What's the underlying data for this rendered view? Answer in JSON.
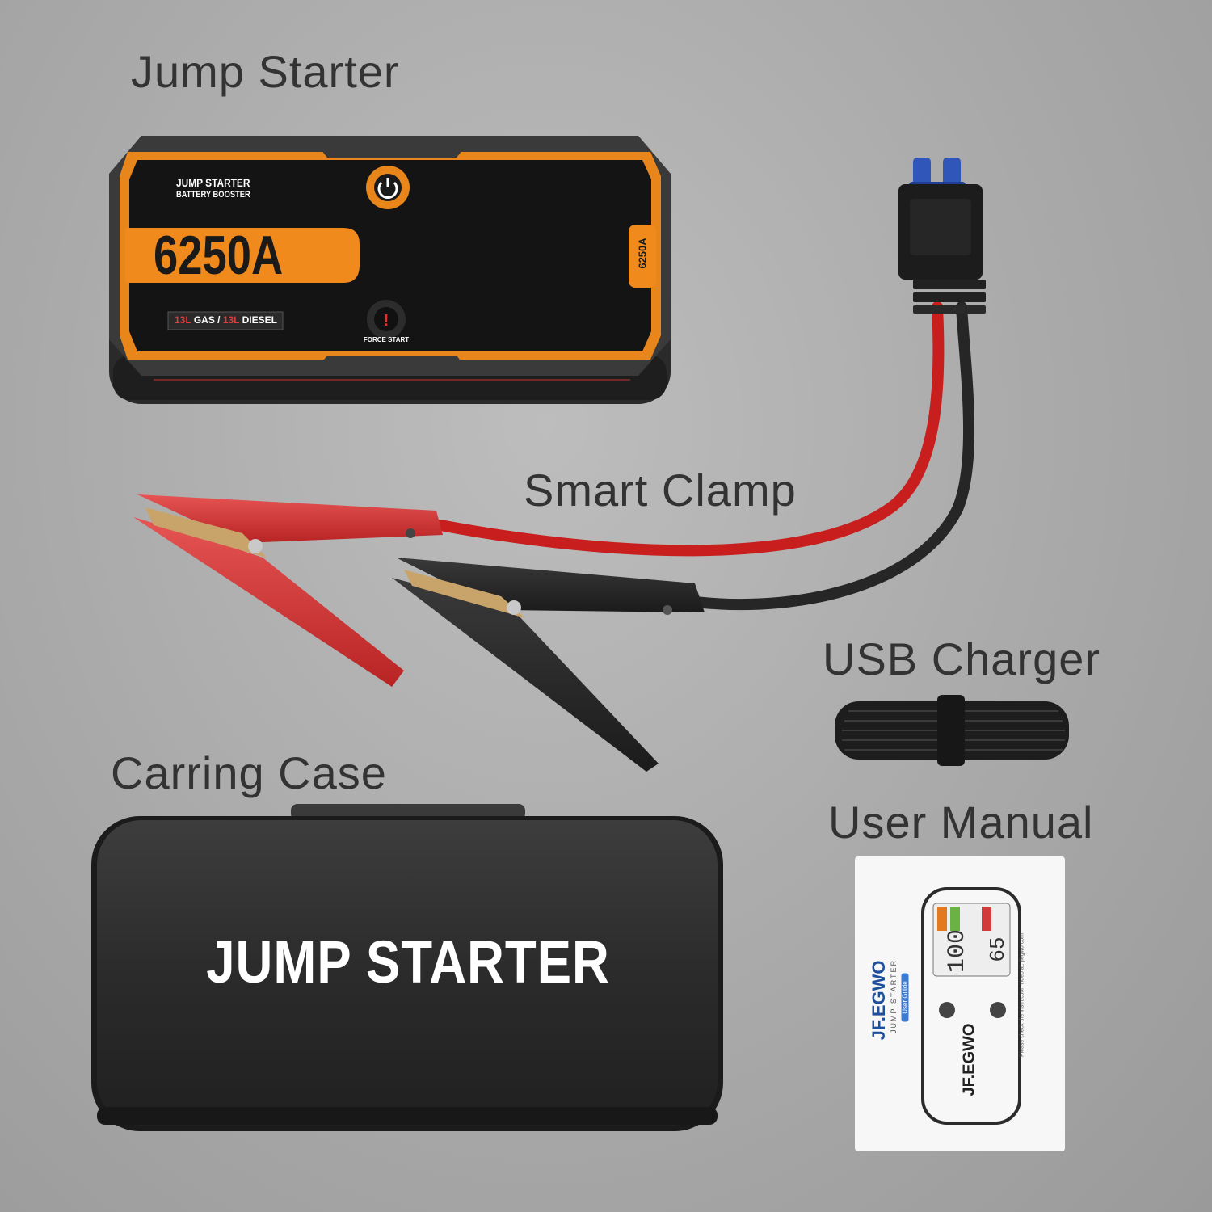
{
  "labels": {
    "jump_starter": "Jump Starter",
    "smart_clamp": "Smart Clamp",
    "usb_charger": "USB Charger",
    "carrying_case": "Carring Case",
    "user_manual": "User Manual"
  },
  "device": {
    "title_line1": "JUMP STARTER",
    "title_line2": "BATTERY BOOSTER",
    "rating": "6250A",
    "side_rating": "6250A",
    "engine_gas": "13L",
    "gas_text": "GAS /",
    "engine_diesel": "13L",
    "diesel_text": "DIESEL",
    "force_start": "FORCE START"
  },
  "case": {
    "text": "JUMP STARTER"
  },
  "manual": {
    "brand": "JF.EGWO",
    "subtitle": "JUMP STARTER",
    "badge": "User Guide",
    "percent": "100",
    "watts": "65",
    "note": "Please check the instruction video at: jfegwo.com"
  },
  "colors": {
    "accent_orange": "#f08a1c",
    "device_body": "#1a1a1a",
    "red_clamp": "#d83232",
    "black_clamp": "#262626",
    "connector_blue": "#2f56b8"
  }
}
